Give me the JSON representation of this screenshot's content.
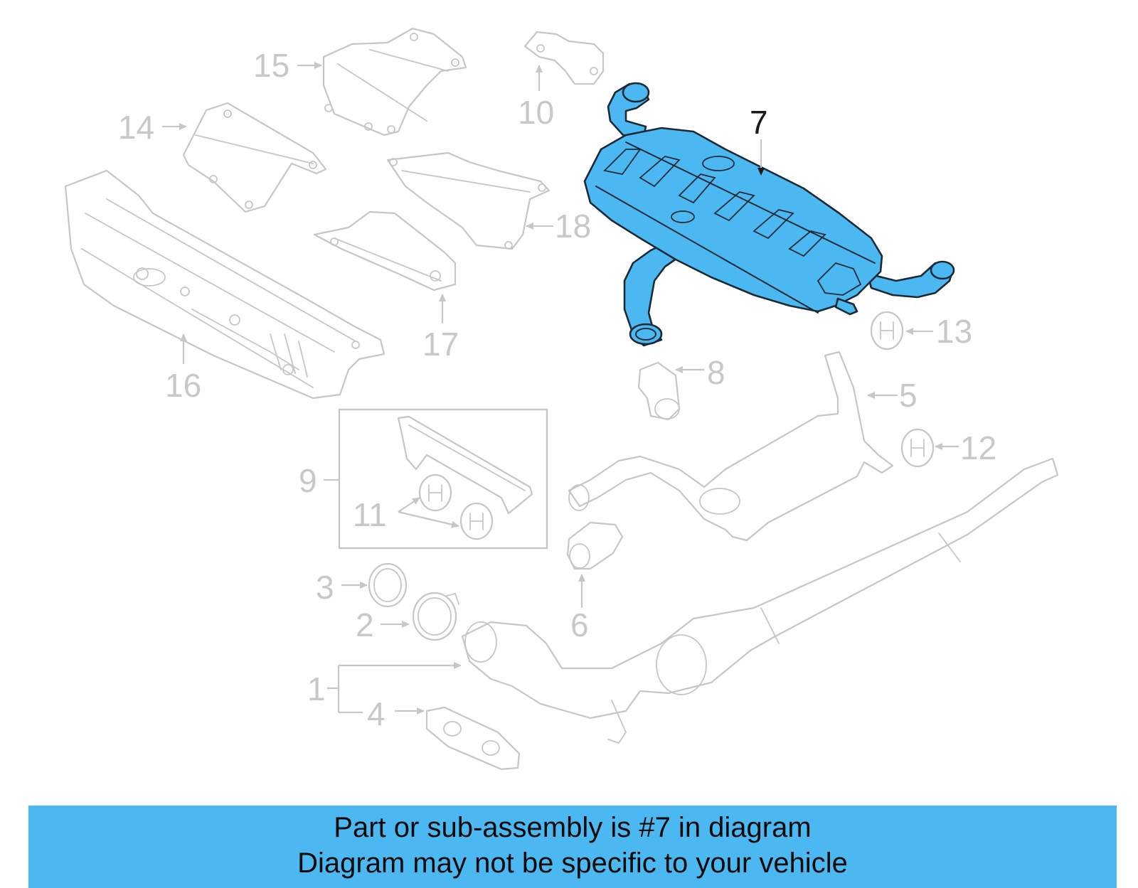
{
  "diagram": {
    "highlighted_part": "7",
    "highlight_color": "#4cb8f2",
    "outline_color": "#c6c6c6",
    "callouts": [
      "1",
      "2",
      "3",
      "4",
      "5",
      "6",
      "7",
      "8",
      "9",
      "10",
      "11",
      "12",
      "13",
      "14",
      "15",
      "16",
      "17",
      "18"
    ]
  },
  "banner": {
    "line1": "Part or sub-assembly is #7 in diagram",
    "line2": "Diagram may not be specific to your vehicle",
    "background": "#4cb8f2"
  }
}
